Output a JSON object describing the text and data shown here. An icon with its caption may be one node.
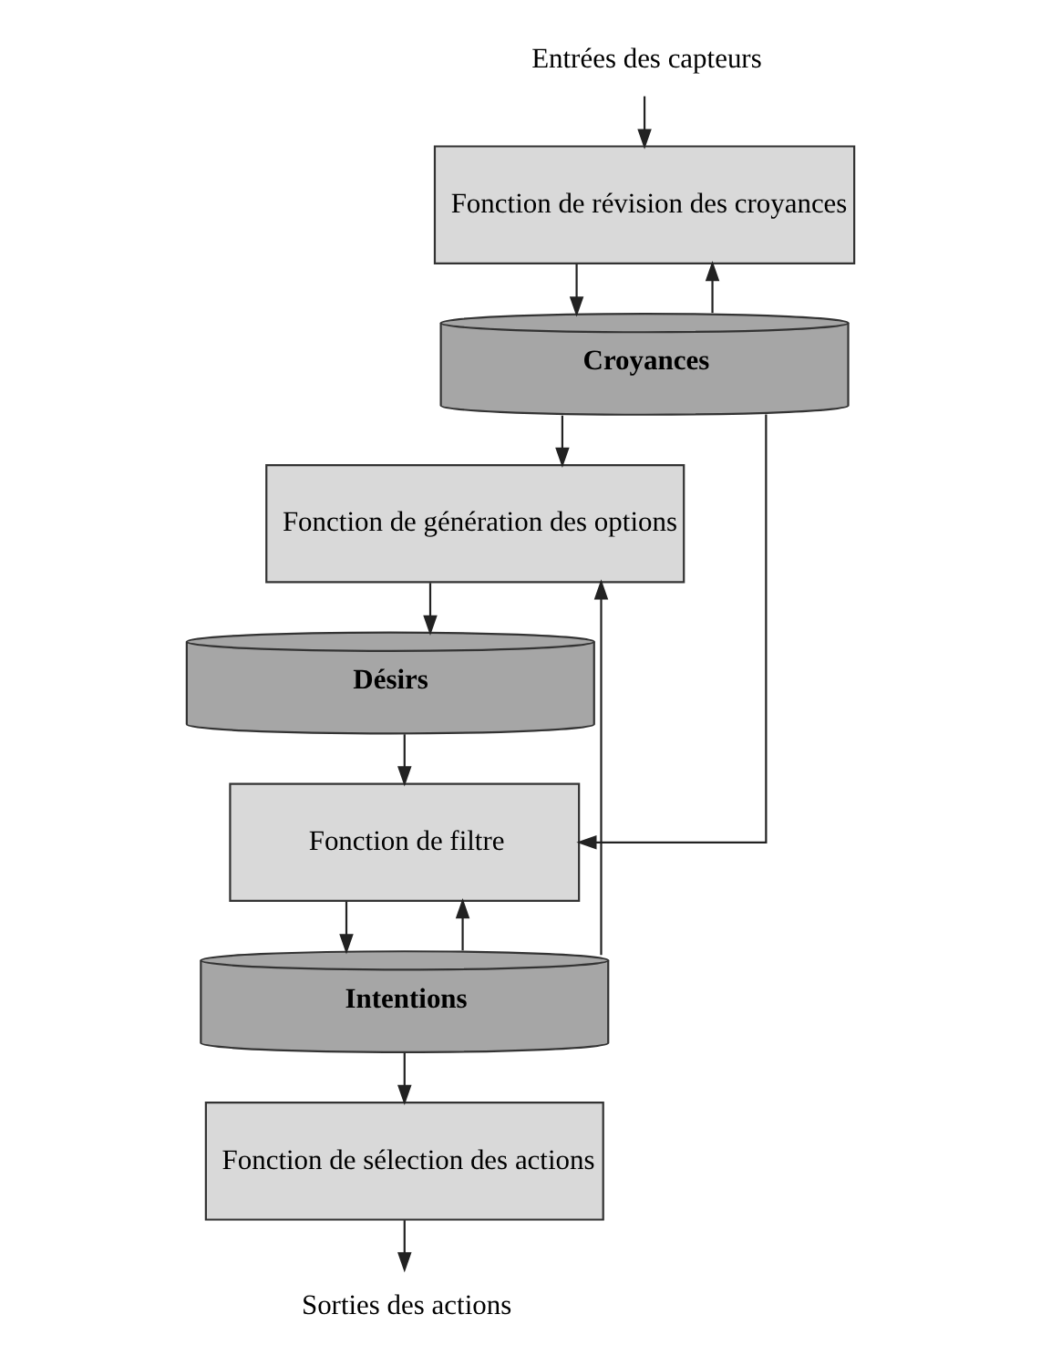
{
  "diagram": {
    "nodes": [
      {
        "text": [
          "Entrées des capteurs"
        ]
      },
      {
        "text": [
          "Fonction de révision des croyances"
        ]
      },
      {
        "text": [
          "Croyances"
        ]
      },
      {
        "text": [
          "Fonction de génération des options"
        ]
      },
      {
        "text": [
          "Désirs"
        ]
      },
      {
        "text": [
          "Fonction de filtre"
        ]
      },
      {
        "text": [
          "Intentions"
        ]
      },
      {
        "text": [
          "Fonction de sélection des actions"
        ]
      },
      {
        "text": [
          "Sorties des actions"
        ]
      }
    ],
    "edges": [
      {
        "from": 0,
        "to": 1,
        "arrow": "to"
      },
      {
        "from": 1,
        "to": 2,
        "arrow": "to"
      },
      {
        "from": 2,
        "to": 1,
        "arrow": "to"
      },
      {
        "from": 2,
        "to": 3,
        "arrow": "to"
      },
      {
        "from": 2,
        "to": 5,
        "arrow": "to"
      },
      {
        "from": 3,
        "to": 4,
        "arrow": "to"
      },
      {
        "from": 4,
        "to": 5,
        "arrow": "to"
      },
      {
        "from": 6,
        "to": 3,
        "arrow": "to"
      },
      {
        "from": 6,
        "to": 5,
        "arrow": "to"
      },
      {
        "from": 5,
        "to": 6,
        "arrow": "to"
      },
      {
        "from": 6,
        "to": 7,
        "arrow": "to"
      },
      {
        "from": 7,
        "to": 8,
        "arrow": "to"
      }
    ]
  }
}
